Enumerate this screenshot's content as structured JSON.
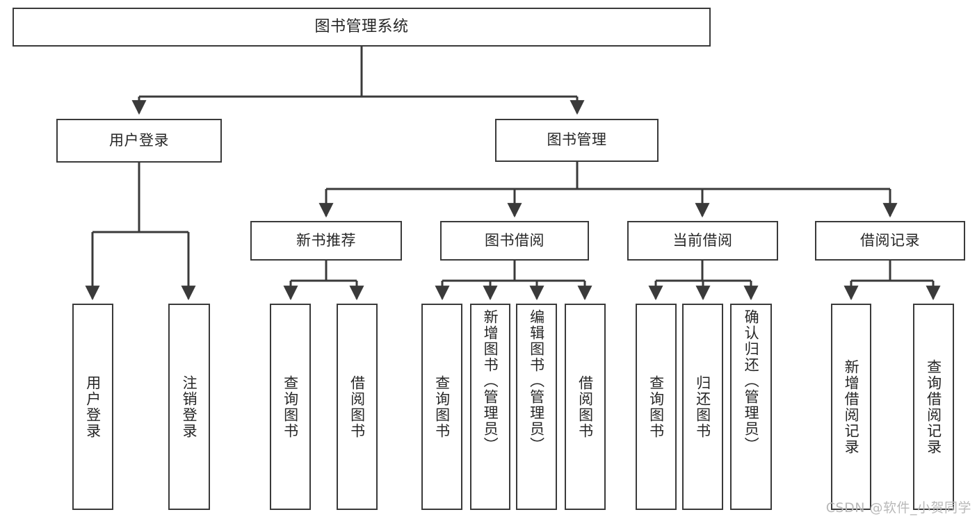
{
  "diagram": {
    "type": "tree",
    "title": "图书管理系统",
    "root": {
      "label": "图书管理系统"
    },
    "level2": [
      {
        "label": "用户登录"
      },
      {
        "label": "图书管理"
      }
    ],
    "level3": [
      {
        "label": "新书推荐"
      },
      {
        "label": "图书借阅"
      },
      {
        "label": "当前借阅"
      },
      {
        "label": "借阅记录"
      }
    ],
    "leaves": {
      "user_login": [
        {
          "label": "用户登录"
        },
        {
          "label": "注销登录"
        }
      ],
      "new_book_recommend": [
        {
          "label": "查询图书"
        },
        {
          "label": "借阅图书"
        }
      ],
      "book_borrow": [
        {
          "label": "查询图书"
        },
        {
          "label": "新增图书（管理员）"
        },
        {
          "label": "编辑图书（管理员）"
        },
        {
          "label": "借阅图书"
        }
      ],
      "current_borrow": [
        {
          "label": "查询图书"
        },
        {
          "label": "归还图书"
        },
        {
          "label": "确认归还（管理员）"
        }
      ],
      "borrow_record": [
        {
          "label": "新增借阅记录"
        },
        {
          "label": "查询借阅记录"
        }
      ]
    }
  },
  "watermark": {
    "text": "CSDN @软件_小贺同学"
  },
  "colors": {
    "stroke": "#3a3a3a",
    "text": "#262626",
    "background": "#ffffff",
    "watermark": "#b9b9b9"
  }
}
